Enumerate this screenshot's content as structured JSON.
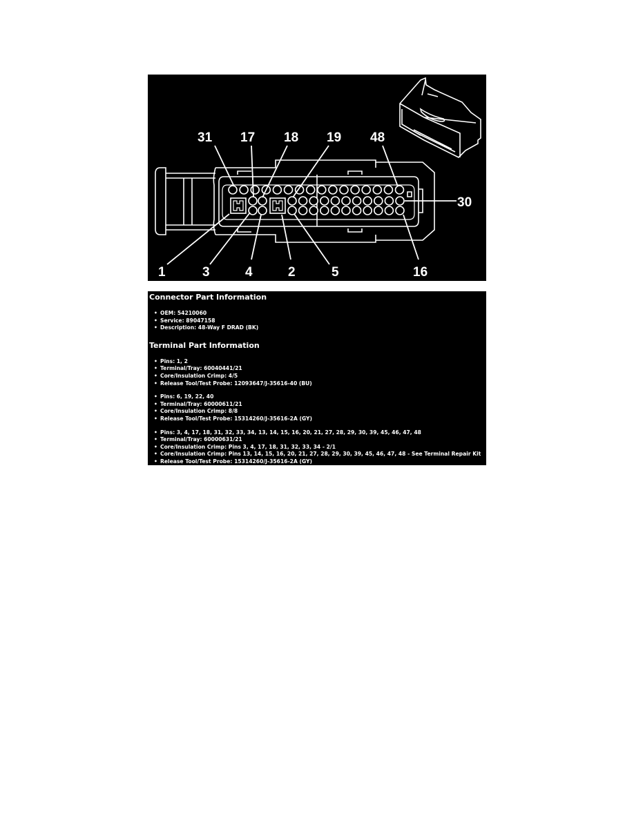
{
  "diagram": {
    "top_labels": [
      "31",
      "17",
      "18",
      "19",
      "48"
    ],
    "side_labels": [
      "30"
    ],
    "bottom_labels": [
      "1",
      "3",
      "4",
      "2",
      "5",
      "16"
    ]
  },
  "connector": {
    "heading": "Connector Part Information",
    "items": [
      "OEM: 54210060",
      "Service: 89047158",
      "Description: 48-Way F DRAD (BK)"
    ]
  },
  "terminal": {
    "heading": "Terminal Part Information",
    "groups": [
      [
        "Pins: 1, 2",
        "Terminal/Tray: 60040441/21",
        "Core/Insulation Crimp: 4/5",
        "Release Tool/Test Probe: 12093647/J-35616-40 (BU)"
      ],
      [
        "Pins: 6, 19, 22, 40",
        "Terminal/Tray: 60000611/21",
        "Core/Insulation Crimp: 8/8",
        "Release Tool/Test Probe: 15314260/J-35616-2A (GY)"
      ],
      [
        "Pins: 3, 4, 17, 18, 31, 32, 33, 34, 13, 14, 15, 16, 20, 21, 27, 28, 29, 30, 39, 45, 46, 47, 48",
        "Terminal/Tray: 60000631/21",
        "Core/Insulation Crimp: Pins 3, 4, 17, 18, 31, 32, 33, 34 - 2/1",
        "Core/Insulation Crimp: Pins 13, 14, 15, 16, 20, 21, 27, 28, 29, 30, 39, 45, 46, 47, 48 - See Terminal Repair Kit",
        "Release Tool/Test Probe: 15314260/J-35616-2A (GY)"
      ]
    ]
  }
}
